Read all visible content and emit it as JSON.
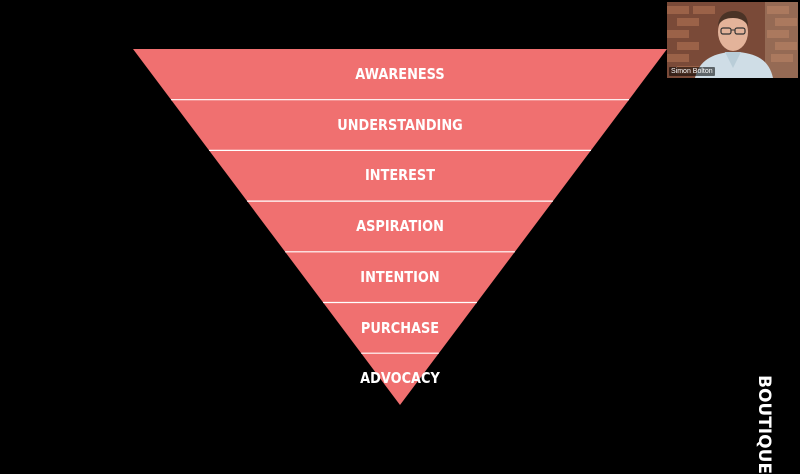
{
  "colors": {
    "background": "#000000",
    "funnel_fill": "#f07070",
    "divider": "#ffffff",
    "label_text": "#ffffff"
  },
  "funnel": {
    "stages": [
      {
        "label": "AWARENESS"
      },
      {
        "label": "UNDERSTANDING"
      },
      {
        "label": "INTEREST"
      },
      {
        "label": "ASPIRATION"
      },
      {
        "label": "INTENTION"
      },
      {
        "label": "PURCHASE"
      },
      {
        "label": "ADVOCACY"
      }
    ]
  },
  "video": {
    "participant_name": "Simon Bolton"
  },
  "brand": {
    "watermark": "BOUTIQUE"
  }
}
